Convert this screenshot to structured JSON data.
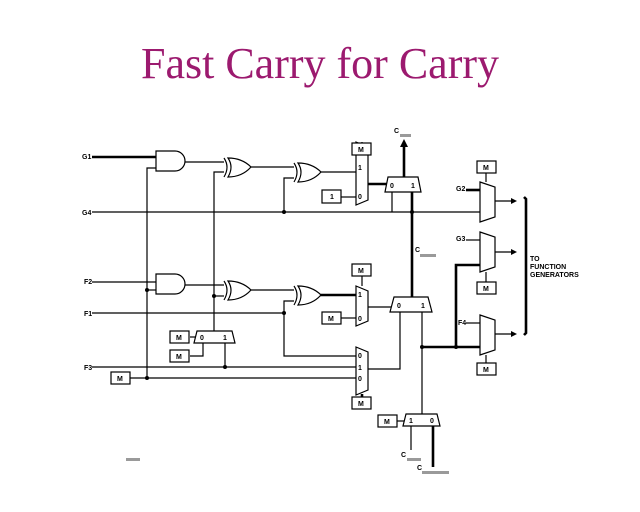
{
  "title": "Fast Carry for Carry",
  "inputs": {
    "g1": "G1",
    "g4": "G4",
    "f2": "F2",
    "f1": "F1",
    "f3": "F3",
    "g2": "G2",
    "g3": "G3",
    "f4": "F4"
  },
  "mux_box": "M",
  "const_one": "1",
  "mux_sel": {
    "zero": "0",
    "one": "1"
  },
  "carry_label": "C",
  "output_note": [
    "TO",
    "FUNCTION",
    "GENERATORS"
  ]
}
